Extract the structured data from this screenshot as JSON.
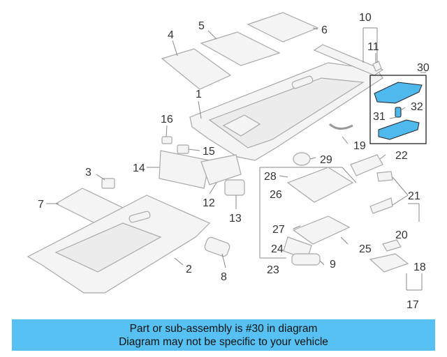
{
  "diagram": {
    "labels": {
      "p1": "1",
      "p2": "2",
      "p3": "3",
      "p4": "4",
      "p5": "5",
      "p6": "6",
      "p7": "7",
      "p8": "8",
      "p9": "9",
      "p10": "10",
      "p11": "11",
      "p12": "12",
      "p13": "13",
      "p14": "14",
      "p15": "15",
      "p16": "16",
      "p17": "17",
      "p18": "18",
      "p19": "19",
      "p20": "20",
      "p21": "21",
      "p22": "22",
      "p23": "23",
      "p24": "24",
      "p25": "25",
      "p26": "26",
      "p27": "27",
      "p28": "28",
      "p29": "29",
      "p30": "30",
      "p31": "31",
      "p32": "32"
    },
    "highlight_color": "#4fb8ec"
  },
  "banner": {
    "line1": "Part or sub-assembly is #30 in diagram",
    "line2": "Diagram may not be specific to your vehicle",
    "color": "#56c1f2"
  }
}
